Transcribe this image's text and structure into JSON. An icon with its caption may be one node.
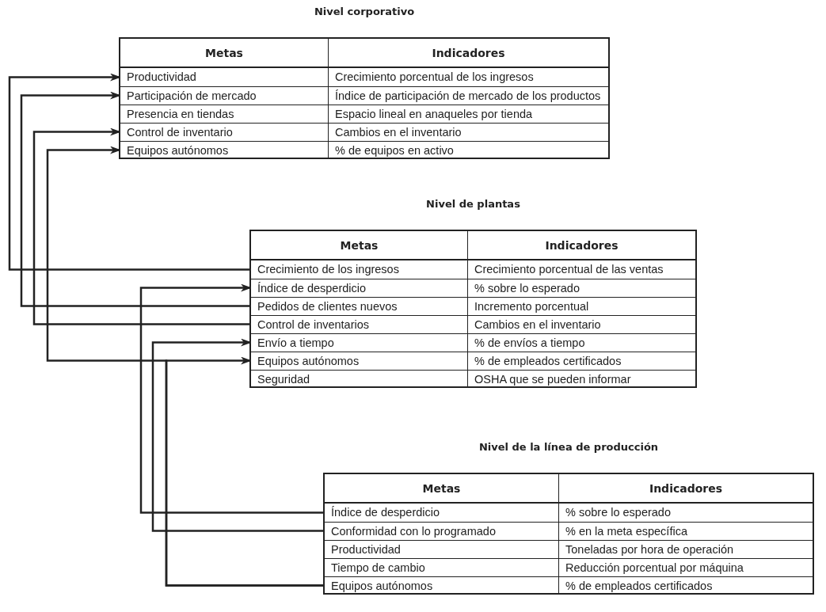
{
  "diagram": {
    "nodes": [
      {
        "text": [
          "Nivel corporativo",
          "Metas",
          "Indicadores"
        ]
      },
      {
        "text": [
          "Productividad",
          "Crecimiento porcentual de los ingresos"
        ],
        "in": 0
      },
      {
        "text": [
          "Participación de mercado",
          "Índice de participación de mercado de los productos"
        ],
        "in": 0
      },
      {
        "text": [
          "Presencia en tiendas",
          "Espacio lineal en anaqueles por tienda"
        ],
        "in": 0
      },
      {
        "text": [
          "Control de inventario",
          "Cambios en el inventario"
        ],
        "in": 0
      },
      {
        "text": [
          "Equipos autónomos",
          "% de equipos en activo"
        ],
        "in": 0
      },
      {
        "text": [
          "Nivel de plantas",
          "Metas",
          "Indicadores"
        ]
      },
      {
        "text": [
          "Crecimiento de los ingresos",
          "Crecimiento porcentual de las ventas"
        ],
        "in": 6
      },
      {
        "text": [
          "Índice de desperdicio",
          "% sobre lo esperado"
        ],
        "in": 6
      },
      {
        "text": [
          "Pedidos de clientes nuevos",
          "Incremento porcentual"
        ],
        "in": 6
      },
      {
        "text": [
          "Control de inventarios",
          "Cambios en el inventario"
        ],
        "in": 6
      },
      {
        "text": [
          "Envío a tiempo",
          "% de envíos a tiempo"
        ],
        "in": 6
      },
      {
        "text": [
          "Equipos autónomos",
          "% de empleados certificados"
        ],
        "in": 6
      },
      {
        "text": [
          "Seguridad",
          "OSHA que se pueden informar"
        ],
        "in": 6
      },
      {
        "text": [
          "Nivel de la línea de producción",
          "Metas",
          "Indicadores"
        ]
      },
      {
        "text": [
          "Índice de desperdicio",
          "% sobre lo esperado"
        ],
        "in": 14
      },
      {
        "text": [
          "Conformidad con lo programado",
          "% en la meta específica"
        ],
        "in": 14
      },
      {
        "text": [
          "Productividad",
          "Toneladas por hora de operación"
        ],
        "in": 14
      },
      {
        "text": [
          "Tiempo de cambio",
          "Reducción porcentual por máquina"
        ],
        "in": 14
      },
      {
        "text": [
          "Equipos autónomos",
          "% de empleados certificados"
        ],
        "in": 14
      }
    ],
    "edges": [
      {
        "from": 7,
        "to": 1,
        "arrow": "to"
      },
      {
        "from": 9,
        "to": 2,
        "arrow": "to"
      },
      {
        "from": 10,
        "to": 4,
        "arrow": "to"
      },
      {
        "from": 19,
        "to": 5,
        "arrow": "to"
      },
      {
        "from": 19,
        "to": 12,
        "arrow": "to"
      },
      {
        "from": 15,
        "to": 8,
        "arrow": "to"
      },
      {
        "from": 16,
        "to": 11,
        "arrow": "to"
      }
    ]
  }
}
